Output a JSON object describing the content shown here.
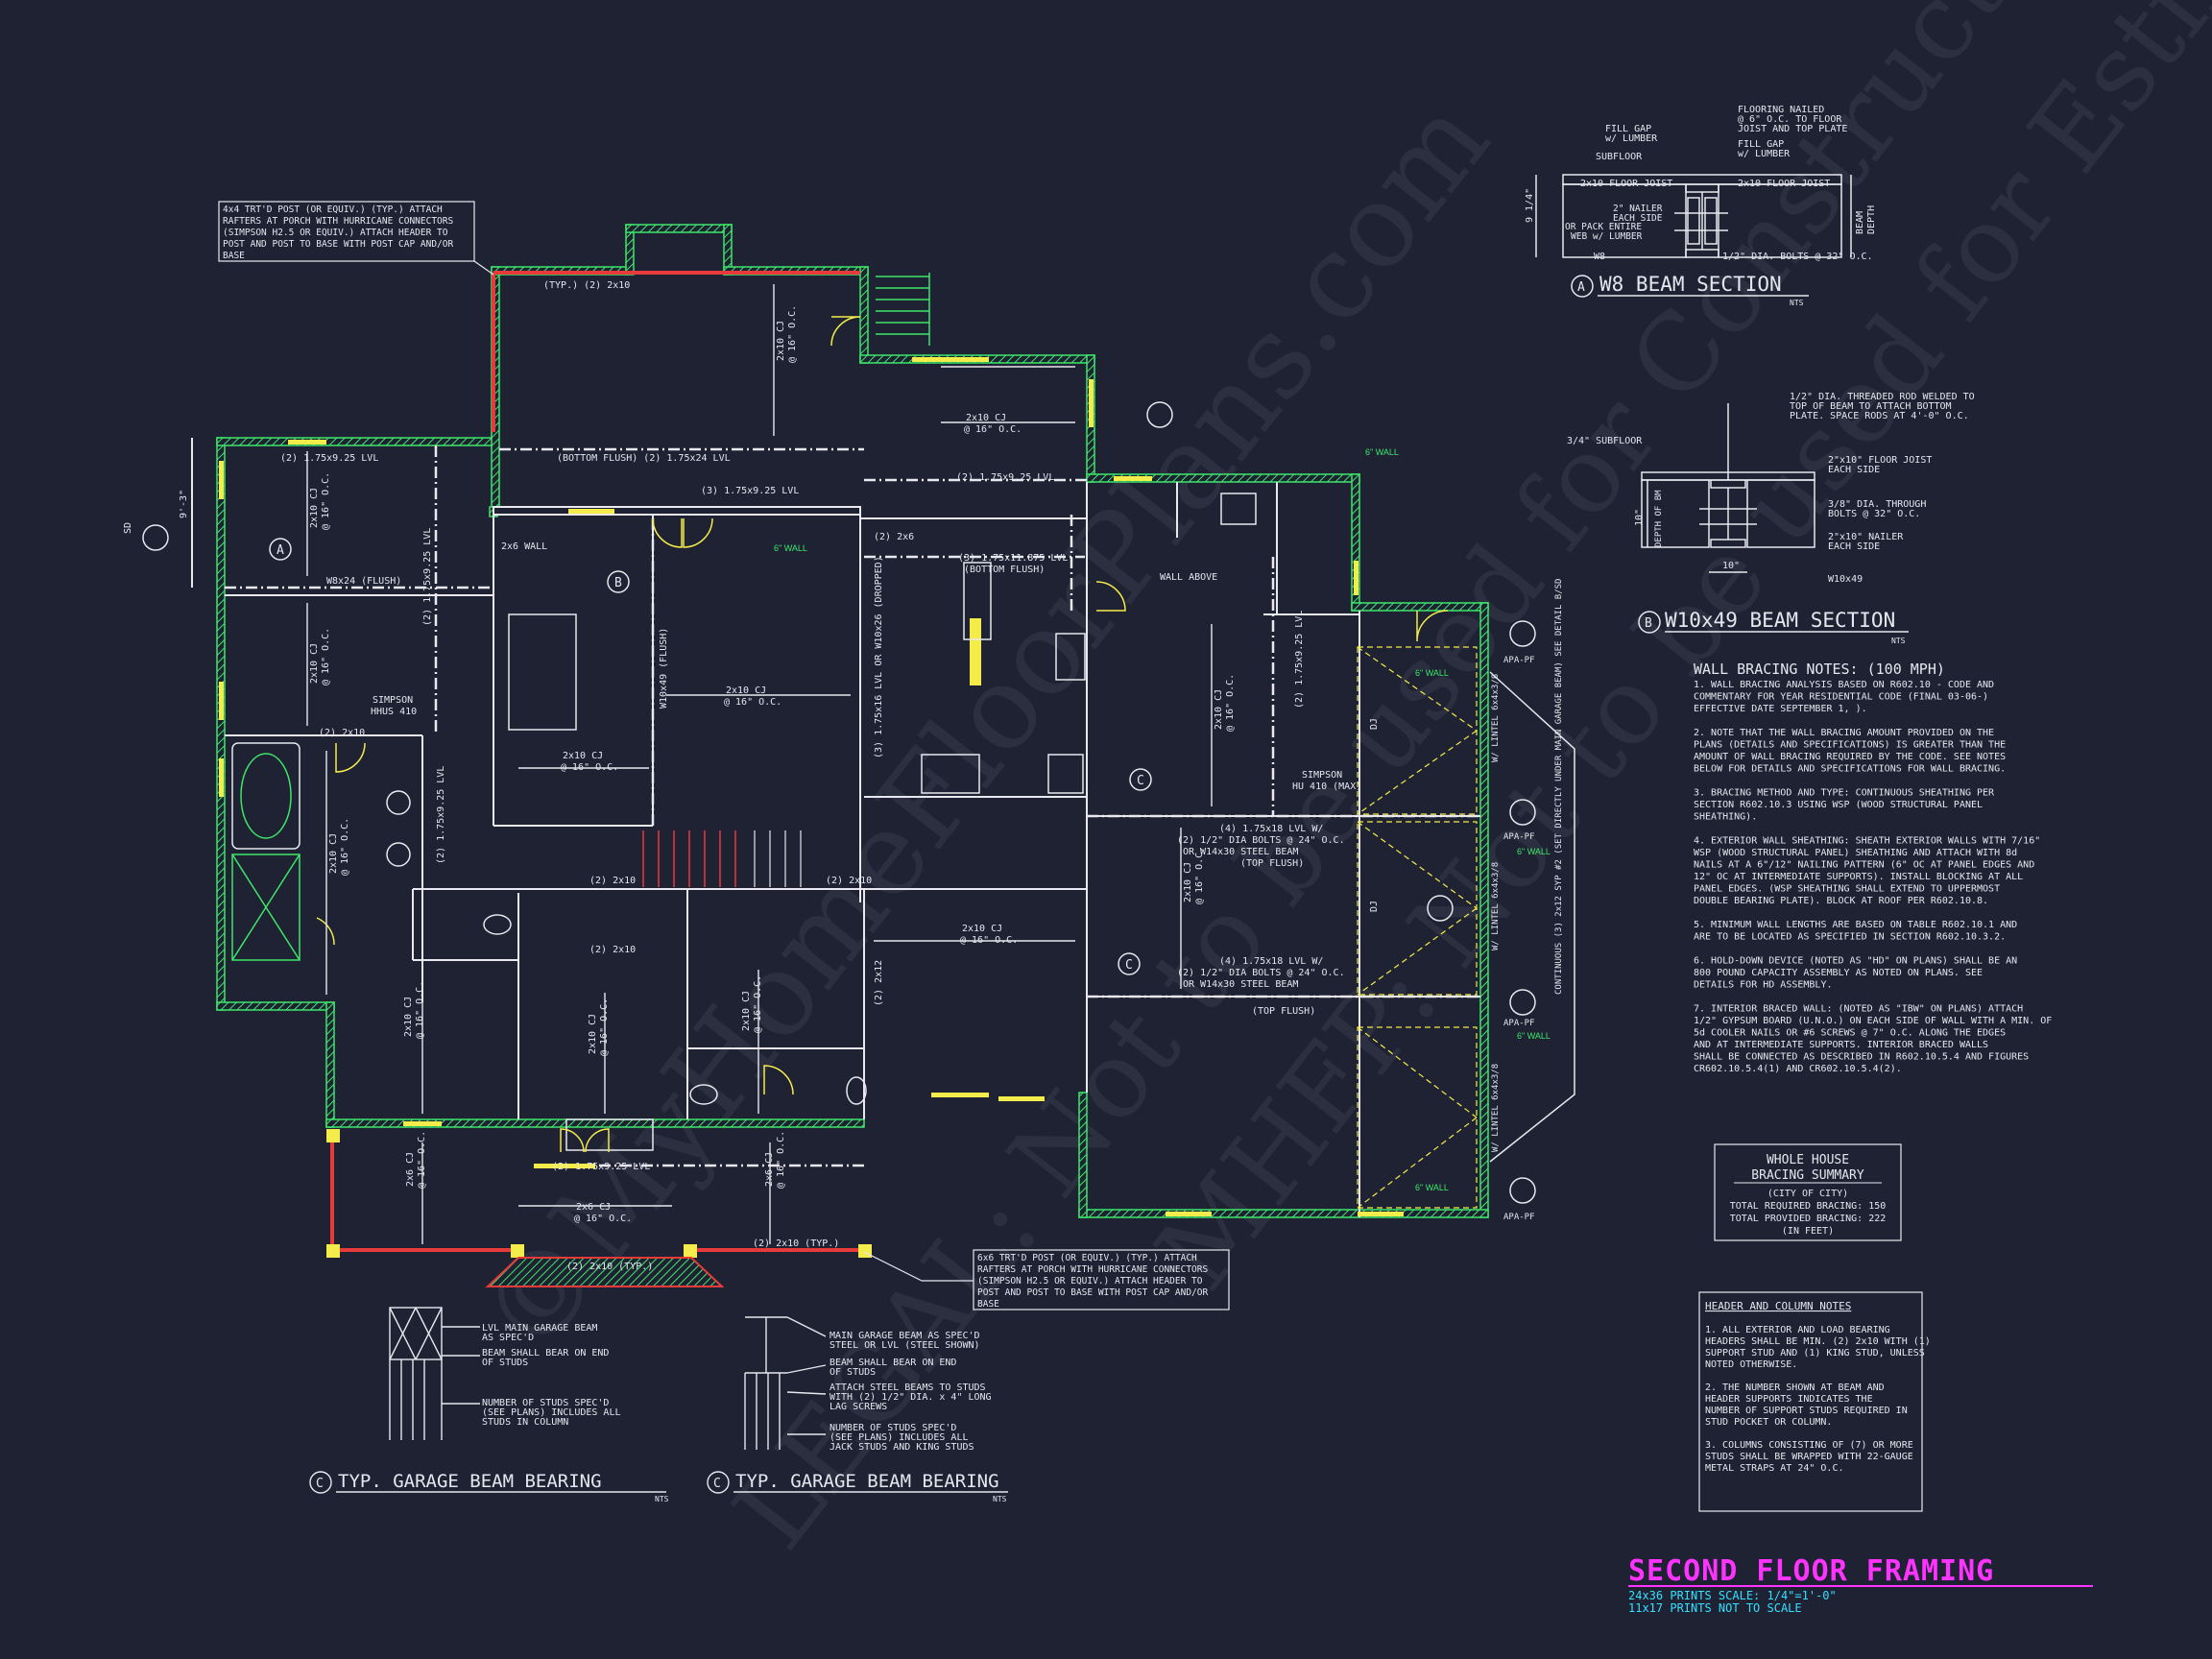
{
  "title": {
    "main": "SECOND FLOOR FRAMING",
    "scale": "24x36 PRINTS SCALE: 1/4\"=1'-0\"",
    "scale2": "11x17 PRINTS NOT TO SCALE"
  },
  "watermark": {
    "line1": "©MyHomeFloorPlans.com",
    "line2": "LEGAL: Not to be used for Construction",
    "line3": "MHFP: Not to be used for Estimation"
  },
  "beam_sections": {
    "a": {
      "tag": "A",
      "title": "W8 BEAM SECTION",
      "nts": "NTS",
      "labels": [
        "FLOORING NAILED",
        "@ 6\" O.C. TO FLOOR",
        "JOIST AND TOP PLATE",
        "FILL GAP",
        "w/ LUMBER",
        "SUBFLOOR",
        "2x10 FLOOR JOIST",
        "2x10 FLOOR JOIST",
        "FILL GAP",
        "w/ LUMBER",
        "2\" NAILER",
        "EACH SIDE",
        "OR PACK ENTIRE",
        "WEB w/ LUMBER",
        "W8",
        "1/2\" DIA. BOLTS @ 32\" O.C.",
        "BEAM",
        "DEPTH",
        "9 1/4\""
      ]
    },
    "b": {
      "tag": "B",
      "title": "W10x49 BEAM SECTION",
      "nts": "NTS",
      "labels": [
        "1/2\" DIA. THREADED ROD WELDED TO",
        "TOP OF BEAM TO ATTACH BOTTOM",
        "PLATE. SPACE RODS AT 4'-0\" O.C.",
        "3/4\" SUBFLOOR",
        "2\"x10\" FLOOR JOIST",
        "EACH SIDE",
        "3/8\" DIA. THROUGH",
        "BOLTS @ 32\" O.C.",
        "2\"x10\" NAILER",
        "EACH SIDE",
        "W10x49",
        "10\"",
        "10\"",
        "DEPTH OF BM"
      ]
    }
  },
  "wall_bracing": {
    "title": "WALL BRACING NOTES: (100 MPH)",
    "lines": [
      "1. WALL BRACING ANALYSIS BASED ON R602.10 - CODE AND",
      "COMMENTARY FOR YEAR RESIDENTIAL CODE (FINAL 03-06-)",
      "EFFECTIVE DATE SEPTEMBER 1, ).",
      "",
      "2. NOTE THAT THE WALL BRACING AMOUNT PROVIDED ON THE",
      "PLANS (DETAILS AND SPECIFICATIONS) IS GREATER THAN THE",
      "AMOUNT OF WALL BRACING REQUIRED BY THE CODE. SEE NOTES",
      "BELOW FOR DETAILS AND SPECIFICATIONS FOR WALL BRACING.",
      "",
      "3. BRACING METHOD AND TYPE: CONTINUOUS SHEATHING PER",
      "SECTION R602.10.3 USING WSP (WOOD STRUCTURAL PANEL",
      "SHEATHING).",
      "",
      "4. EXTERIOR WALL SHEATHING: SHEATH EXTERIOR WALLS WITH 7/16\"",
      "WSP (WOOD STRUCTURAL PANEL) SHEATHING AND ATTACH WITH 8d",
      "NAILS AT A 6\"/12\" NAILING PATTERN (6\" OC AT PANEL EDGES AND",
      "12\" OC AT INTERMEDIATE SUPPORTS). INSTALL BLOCKING AT ALL",
      "PANEL EDGES. (WSP SHEATHING SHALL EXTEND TO UPPERMOST",
      "DOUBLE BEARING PLATE). BLOCK AT ROOF PER R602.10.8.",
      "",
      "5. MINIMUM WALL LENGTHS ARE BASED ON TABLE R602.10.1 AND",
      "ARE TO BE LOCATED AS SPECIFIED IN SECTION R602.10.3.2.",
      "",
      "6. HOLD-DOWN DEVICE (NOTED AS \"HD\" ON PLANS) SHALL BE AN",
      "800 POUND CAPACITY ASSEMBLY AS NOTED ON PLANS. SEE",
      "DETAILS FOR HD ASSEMBLY.",
      "",
      "7. INTERIOR BRACED WALL: (NOTED AS \"IBW\" ON PLANS) ATTACH",
      "1/2\" GYPSUM BOARD (U.N.O.) ON EACH SIDE OF WALL WITH A MIN. OF",
      "5d COOLER NAILS OR #6 SCREWS @ 7\" O.C. ALONG THE EDGES",
      "AND AT INTERMEDIATE SUPPORTS. INTERIOR BRACED WALLS",
      "SHALL BE CONNECTED AS DESCRIBED IN R602.10.5.4 AND FIGURES",
      "CR602.10.5.4(1) AND CR602.10.5.4(2)."
    ]
  },
  "summary": {
    "title1": "WHOLE HOUSE",
    "title2": "BRACING SUMMARY",
    "lines": [
      "(CITY OF CITY)",
      "TOTAL REQUIRED BRACING: 150",
      "TOTAL PROVIDED BRACING: 222",
      "(IN FEET)"
    ]
  },
  "header_notes": {
    "title": "HEADER AND COLUMN NOTES",
    "lines": [
      "1. ALL EXTERIOR AND LOAD BEARING",
      "HEADERS SHALL BE MIN. (2) 2x10 WITH (1)",
      "SUPPORT STUD AND (1) KING STUD, UNLESS",
      "NOTED OTHERWISE.",
      "",
      "2. THE NUMBER SHOWN AT BEAM AND",
      "HEADER SUPPORTS INDICATES THE",
      "NUMBER OF SUPPORT STUDS REQUIRED IN",
      "STUD POCKET OR COLUMN.",
      "",
      "3. COLUMNS CONSISTING OF (7) OR MORE",
      "STUDS SHALL BE WRAPPED WITH 22-GAUGE",
      "METAL STRAPS AT 24\" O.C."
    ]
  },
  "garage_bearing": {
    "left": {
      "tag": "C",
      "title": "TYP. GARAGE BEAM BEARING",
      "nts": "NTS",
      "labels": [
        "LVL MAIN GARAGE BEAM",
        "AS SPEC'D",
        "BEAM SHALL BEAR ON END",
        "OF STUDS",
        "NUMBER OF STUDS SPEC'D",
        "(SEE PLANS) INCLUDES ALL",
        "STUDS IN COLUMN"
      ]
    },
    "right": {
      "tag": "C",
      "title": "TYP. GARAGE BEAM BEARING",
      "nts": "NTS",
      "labels": [
        "MAIN GARAGE BEAM AS SPEC'D",
        "STEEL OR LVL (STEEL SHOWN)",
        "BEAM SHALL BEAR ON END",
        "OF STUDS",
        "ATTACH STEEL BEAMS TO STUDS",
        "WITH (2) 1/2\" DIA. x 4\" LONG",
        "LAG SCREWS",
        "NUMBER OF STUDS SPEC'D",
        "(SEE PLANS) INCLUDES ALL",
        "JACK STUDS AND KING STUDS"
      ]
    }
  },
  "callouts": {
    "porch_top": [
      "4x4 TRT'D POST (OR EQUIV.) (TYP.) ATTACH",
      "RAFTERS AT PORCH WITH HURRICANE CONNECTORS",
      "(SIMPSON H2.5 OR EQUIV.) ATTACH HEADER TO",
      "POST AND POST TO BASE WITH POST CAP AND/OR",
      "BASE"
    ],
    "porch_bottom": [
      "6x6 TRT'D POST (OR EQUIV.) (TYP.) ATTACH",
      "RAFTERS AT PORCH WITH HURRICANE CONNECTORS",
      "(SIMPSON H2.5 OR EQUIV.) ATTACH HEADER TO",
      "POST AND POST TO BASE WITH POST CAP AND/OR",
      "BASE"
    ]
  },
  "plan_labels": {
    "typ_2x10": "(TYP.) (2) 2x10",
    "cj16": "2x10 CJ",
    "oc16": "@ 16\" O.C.",
    "cj_a": "2x6 CJ",
    "lvl1": "(2) 1.75x9.25 LVL",
    "lvl2": "(BOTTOM FLUSH) (2) 1.75x24 LVL",
    "lvl3": "(3) 1.75x9.25 LVL",
    "lvl4": "(2) 1.75x9.25 LVL",
    "w8": "W8x24 (FLUSH)",
    "w10": "W10x49 (FLUSH)",
    "lvl5": "(3) 1.75x11.875 LVL",
    "lvl5b": "(BOTTOM FLUSH)",
    "dropped": "(3) 1.75x16 LVL OR W10x26 (DROPPED)",
    "wall6a": "6\" WALL",
    "wall6b": "6\" WALL",
    "wall6c": "6\" WALL",
    "wall6d": "6\" WALL",
    "wall6e": "6\" WALL",
    "wall6f": "6\" WALL",
    "wall_above": "WALL ABOVE",
    "simpson1a": "SIMPSON",
    "simpson1b": "HHUS 410",
    "simpson2a": "SIMPSON",
    "simpson2b": "HU 410 (MAX)",
    "steel1a": "(4) 1.75x18 LVL W/",
    "steel1b": "(2) 1/2\" DIA BOLTS @ 24\" O.C.",
    "steel1c": "OR W14x30 STEEL BEAM",
    "steel1d": "(TOP FLUSH)",
    "steel2a": "(4) 1.75x18 LVL W/",
    "steel2b": "(2) 1/2\" DIA BOLTS @ 24\" O.C.",
    "steel2c": "OR W14x30 STEEL BEAM",
    "steel2d": "(TOP FLUSH)",
    "studs": "CONTINUOUS (3) 2x12 SYP #2 (SET DIRECTLY UNDER MAIN GARAGE BEAM) SEE DETAIL B/SD",
    "apa1": "APA-PF",
    "apa2": "APA-PF",
    "apa3": "APA-PF",
    "apa4": "APA-PF",
    "lintel1": "W/ LINTEL 6x4x3/8",
    "lintel2": "W/ LINTEL 6x4x3/8",
    "lintel3": "W/ LINTEL 6x4x3/8",
    "dj1": "DJ",
    "dj2": "DJ",
    "sd": "SD",
    "dim": "9'-3\"",
    "two_2x10a": "(2) 2x10",
    "two_2x10b": "(2) 2x10",
    "two_2x10c": "(2) 2x10",
    "two_2x10d": "(2) 2x10 (TYP.)",
    "two_2x10e": "(2) 2x10 (TYP.)",
    "two_2x10f": "(2) 2x10",
    "two_2x6": "(2) 2x6",
    "two_2x12": "(2) 2x12",
    "wall2x6": "2x6 WALL",
    "tag_a": "A",
    "tag_b": "B",
    "tag_c": "C"
  },
  "colors": {
    "background": "#1e2233",
    "line": "#e8e8ee",
    "wall_hatch": "#3ee86a",
    "header": "#f4ec4a",
    "porch": "#e83a3a",
    "title": "#ff33ff",
    "subtitle": "#33e0ff"
  }
}
